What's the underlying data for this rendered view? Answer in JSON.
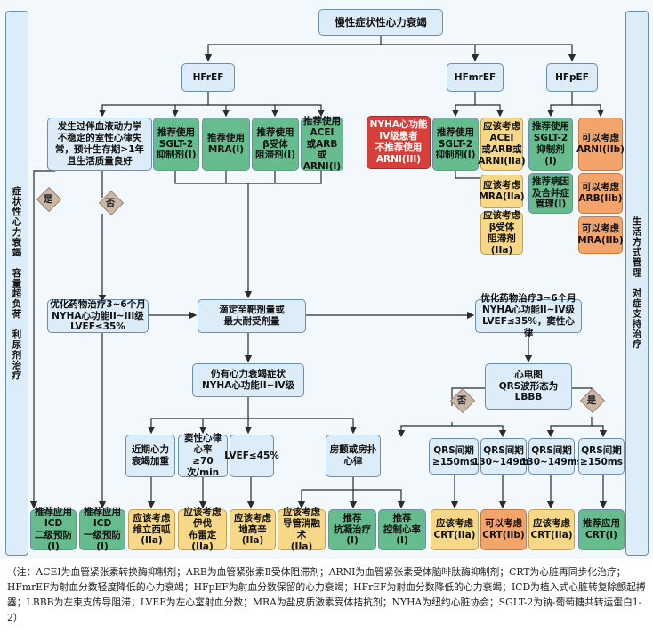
{
  "nodes": {
    "root": "慢性症状性心力衰竭",
    "hfref": "HFrEF",
    "hfmref": "HFmrEF",
    "hfpef": "HFpEF",
    "history": "发生过伴血液动力学\n不稳定的室性心律失\n常，预计生存期>1年\n且生活质量良好",
    "r_sglt2": "推荐使用\nSGLT-2\n抑制剂(I)",
    "r_mra": "推荐使用\nMRA(I)",
    "r_beta": "推荐使用\nβ受体\n阻滞剂(I)",
    "r_acei": "推荐使用\nACEI\n或ARB或\nARNI(I)",
    "nyha_no": "NYHA心功能\nIV级患者\n不推荐使用\nARNI(III)",
    "m_sglt2": "推荐使用\nSGLT-2\n抑制剂(I)",
    "m_acei": "应该考虑\nACEI\n或ARB或\nARNI(IIa)",
    "m_mra": "应该考虑\nMRA(IIa)",
    "m_beta": "应该考虑\nβ受体\n阻滞剂(IIa)",
    "p_sglt2": "推荐使用\nSGLT-2\n抑制剂(I)",
    "p_comorb": "推荐病因\n及合并症\n管理(I)",
    "p_arni": "可以考虑\nARNI(IIb)",
    "p_arb": "可以考虑\nARB(IIb)",
    "p_mra": "可以考虑\nMRA(IIb)",
    "opt_left": "优化药物治疗3~6个月\nNYHA心功能II~III级\nLVEF≤35%",
    "titrate": "滴定至靶剂量或\n最大耐受剂量",
    "opt_right": "优化药物治疗3~6个月\nNYHA心功能II~IV级\nLVEF≤35%，窦性心律",
    "still": "仍有心力衰竭症状\nNYHA心功能II~IV级",
    "ecg": "心电图\nQRS波形态为\nLBBB",
    "recent": "近期心力\n衰竭加重",
    "sinus": "窦性心律\n心率\n≥70次/min",
    "lvef45": "LVEF≤45%",
    "af": "房颤或房扑\n心律",
    "qrs1": "QRS间期\n≥150ms",
    "qrs2": "QRS间期\n130~149ms",
    "qrs3": "QRS间期\n130~149ms",
    "qrs4": "QRS间期\n≥150ms",
    "icd2": "推荐应用\nICD\n二级预防(I)",
    "icd1": "推荐应用\nICD\n一级预防(I)",
    "vericiguat": "应该考虑\n维立西呱\n(IIa)",
    "ivabradine": "应该考虑\n伊伐\n布雷定(IIa)",
    "digoxin": "应该考虑\n地高辛\n(IIa)",
    "ablation": "应该考虑\n导管消融术\n(IIa)",
    "anticoag": "推荐\n抗凝治疗(I)",
    "ratecontrol": "推荐\n控制心率(I)",
    "crt1": "应该考虑\nCRT(IIa)",
    "crt2": "可以考虑\nCRT(IIb)",
    "crt3": "应该考虑\nCRT(IIa)",
    "crt4": "推荐应用\nCRT(I)"
  },
  "side": {
    "left": "症状性心力衰竭　容量超负荷　利尿剂治疗",
    "right": "生活方式管理　对症支持治疗"
  },
  "decision": {
    "yes": "是",
    "no": "否"
  },
  "footnote": "（注：ACEI为血管紧张素转换酶抑制剂；ARB为血管紧张素Ⅱ受体阻滞剂；ARNI为血管紧张素受体脑啡肽酶抑制剂；CRT为心脏再同步化治疗；HFmrEF为射血分数轻度降低的心力衰竭；HFpEF为射血分数保留的心力衰竭；HFrEF为射血分数降低的心力衰竭；ICD为植入式心脏转复除颤起搏器；LBBB为左束支传导阻滞；LVEF为左心室射血分数；MRA为盐皮质激素受体拮抗剂；NYHA为纽约心脏协会；SGLT-2为钠-葡萄糖共转运蛋白1-2）",
  "colors": {
    "blue": "#dcecf8",
    "green": "#67bc8e",
    "red": "#d7403a",
    "yellow": "#f7d888",
    "orange": "#f3a46b",
    "line": "#2b2b2b"
  }
}
